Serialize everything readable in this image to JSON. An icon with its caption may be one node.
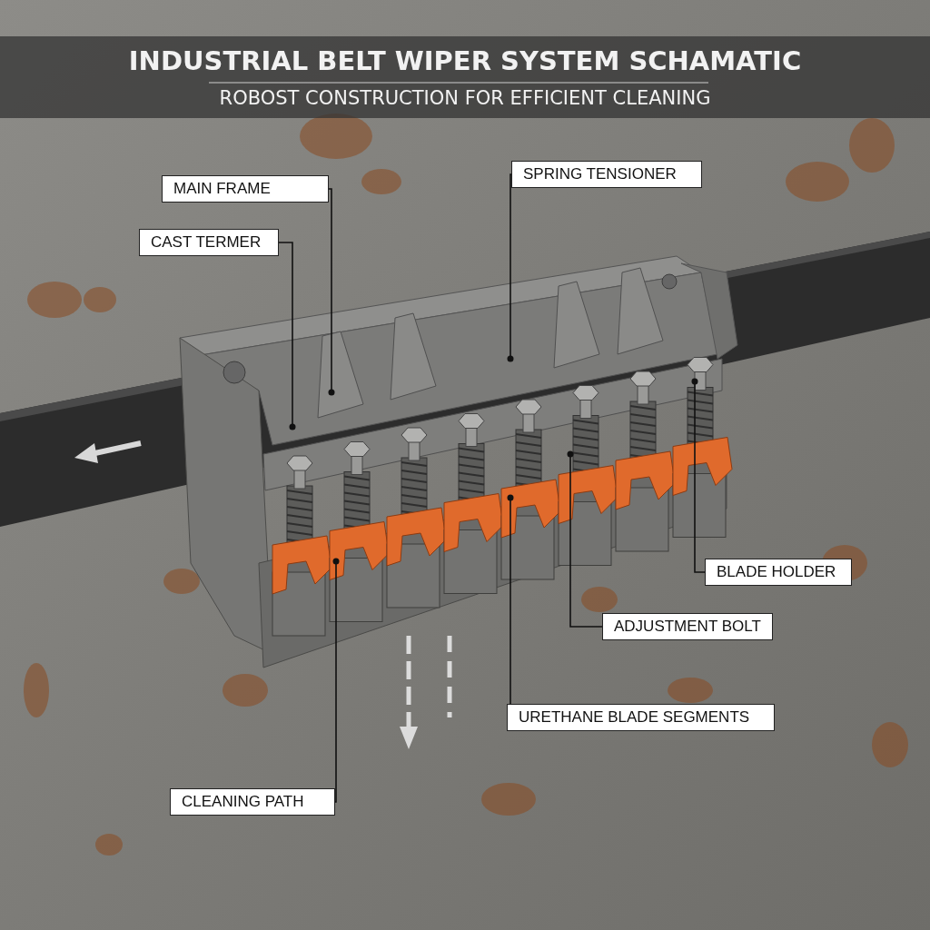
{
  "diagram": {
    "title": "INDUSTRIAL BELT WIPER SYSTEM SCHAMATIC",
    "nodes": [
      {
        "text": [
          "MAIN FRAME"
        ]
      },
      {
        "text": [
          "CAST TERMER"
        ]
      },
      {
        "text": [
          "SPRING TENSIONER"
        ]
      },
      {
        "text": [
          "BLADE HOLDER"
        ]
      },
      {
        "text": [
          "ADJUSTMENT BOLT"
        ]
      },
      {
        "text": [
          "URETHANE BLADE SEGMENTS"
        ]
      },
      {
        "text": [
          "CLEANING PATH"
        ]
      }
    ],
    "edges": [
      {
        "from": 0,
        "to": null,
        "arrow": "other"
      },
      {
        "from": 1,
        "to": null,
        "arrow": "other"
      },
      {
        "from": 2,
        "to": null,
        "arrow": "other"
      },
      {
        "from": 3,
        "to": null,
        "arrow": "other"
      },
      {
        "from": 4,
        "to": null,
        "arrow": "other"
      },
      {
        "from": 5,
        "to": null,
        "arrow": "other"
      },
      {
        "from": 6,
        "to": null,
        "arrow": "other"
      }
    ],
    "labels": [
      "ROBOST CONSTRUCTION FOR EFFICIENT CLEANING"
    ]
  }
}
